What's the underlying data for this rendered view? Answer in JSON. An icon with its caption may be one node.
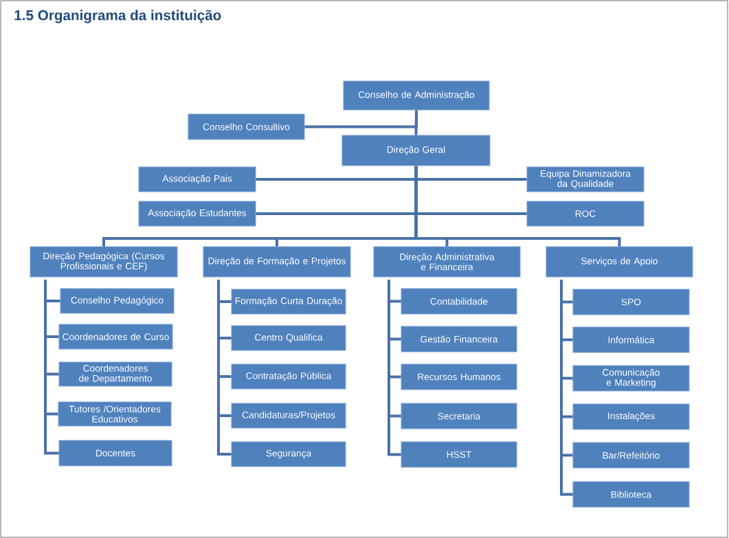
{
  "diagram": {
    "title": "1.5 Organigrama da instituição",
    "nodes": [
      {
        "text": [
          "Conselho de Administração"
        ]
      },
      {
        "text": [
          "Conselho Consultivo"
        ]
      },
      {
        "text": [
          "Direção Geral"
        ]
      },
      {
        "text": [
          "Associação Pais"
        ]
      },
      {
        "text": [
          "Equipa Dinamizadora da Qualidade"
        ]
      },
      {
        "text": [
          "Associação Estudantes"
        ]
      },
      {
        "text": [
          "ROC"
        ]
      },
      {
        "text": [
          "Direção Pedagógica (Cursos Profissionais e CEF)"
        ]
      },
      {
        "text": [
          "Direção de Formação e Projetos"
        ]
      },
      {
        "text": [
          "Direção Administrativa e Financeira"
        ]
      },
      {
        "text": [
          "Serviços de Apoio"
        ]
      },
      {
        "text": [
          "Conselho Pedagógico"
        ]
      },
      {
        "text": [
          "Coordenadores de Curso"
        ]
      },
      {
        "text": [
          "Coordenadores de Departamento"
        ]
      },
      {
        "text": [
          "Tutores /Orientadores Educativos"
        ]
      },
      {
        "text": [
          "Docentes"
        ]
      },
      {
        "text": [
          "Formação Curta Duração"
        ]
      },
      {
        "text": [
          "Centro Qualifica"
        ]
      },
      {
        "text": [
          "Contratação Pública"
        ]
      },
      {
        "text": [
          "Candidaturas/Projetos"
        ]
      },
      {
        "text": [
          "Segurança"
        ]
      },
      {
        "text": [
          "Contabilidade"
        ]
      },
      {
        "text": [
          "Gestão Financeira"
        ]
      },
      {
        "text": [
          "Recursos Humanos"
        ]
      },
      {
        "text": [
          "Secretaria"
        ]
      },
      {
        "text": [
          "HSST"
        ]
      },
      {
        "text": [
          "SPO"
        ]
      },
      {
        "text": [
          "Informática"
        ]
      },
      {
        "text": [
          "Comunicação e Marketing"
        ]
      },
      {
        "text": [
          "Instalações"
        ]
      },
      {
        "text": [
          "Bar/Refeitório"
        ]
      },
      {
        "text": [
          "Biblioteca"
        ]
      }
    ],
    "edges": [
      {
        "from": 0,
        "to": 2,
        "arrow": "none"
      },
      {
        "from": 1,
        "to": 0,
        "arrow": "none"
      },
      {
        "from": 2,
        "to": 3,
        "arrow": "none"
      },
      {
        "from": 2,
        "to": 4,
        "arrow": "none"
      },
      {
        "from": 2,
        "to": 5,
        "arrow": "none"
      },
      {
        "from": 2,
        "to": 6,
        "arrow": "none"
      },
      {
        "from": 2,
        "to": 7,
        "arrow": "none"
      },
      {
        "from": 2,
        "to": 8,
        "arrow": "none"
      },
      {
        "from": 2,
        "to": 9,
        "arrow": "none"
      },
      {
        "from": 2,
        "to": 10,
        "arrow": "none"
      },
      {
        "from": 7,
        "to": 11,
        "arrow": "none"
      },
      {
        "from": 7,
        "to": 12,
        "arrow": "none"
      },
      {
        "from": 7,
        "to": 13,
        "arrow": "none"
      },
      {
        "from": 7,
        "to": 14,
        "arrow": "none"
      },
      {
        "from": 7,
        "to": 15,
        "arrow": "none"
      },
      {
        "from": 8,
        "to": 16,
        "arrow": "none"
      },
      {
        "from": 8,
        "to": 17,
        "arrow": "none"
      },
      {
        "from": 8,
        "to": 18,
        "arrow": "none"
      },
      {
        "from": 8,
        "to": 19,
        "arrow": "none"
      },
      {
        "from": 8,
        "to": 20,
        "arrow": "none"
      },
      {
        "from": 9,
        "to": 21,
        "arrow": "none"
      },
      {
        "from": 9,
        "to": 22,
        "arrow": "none"
      },
      {
        "from": 9,
        "to": 23,
        "arrow": "none"
      },
      {
        "from": 9,
        "to": 24,
        "arrow": "none"
      },
      {
        "from": 9,
        "to": 25,
        "arrow": "none"
      },
      {
        "from": 10,
        "to": 26,
        "arrow": "none"
      },
      {
        "from": 10,
        "to": 27,
        "arrow": "none"
      },
      {
        "from": 10,
        "to": 28,
        "arrow": "none"
      },
      {
        "from": 10,
        "to": 29,
        "arrow": "none"
      },
      {
        "from": 10,
        "to": 30,
        "arrow": "none"
      },
      {
        "from": 10,
        "to": 31,
        "arrow": "none"
      }
    ]
  }
}
